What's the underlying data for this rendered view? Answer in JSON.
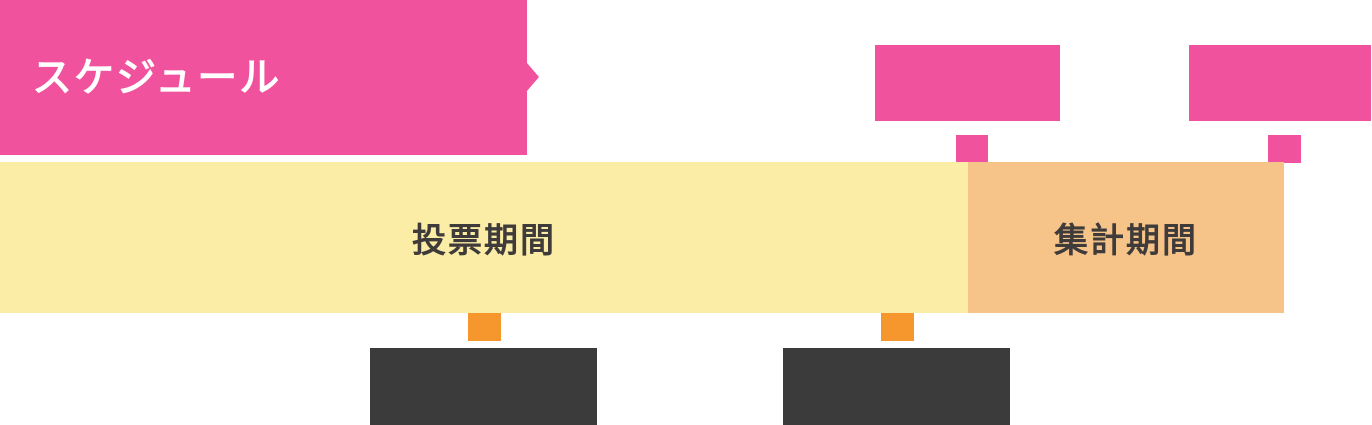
{
  "palette": {
    "pink": "#f0529e",
    "pale_yellow": "#fbeca6",
    "pale_orange": "#f6c489",
    "orange": "#f5972d",
    "dark_gray": "#3b3b3b",
    "label_text": "#3f3b3a",
    "header_text": "#ffffff",
    "background": "#ffffff"
  },
  "header": {
    "title": "スケジュール"
  },
  "timeline": {
    "segments": [
      {
        "label": "投票期間",
        "color": "#fbeca6"
      },
      {
        "label": "集計期間",
        "color": "#f6c489"
      }
    ]
  },
  "callouts": {
    "top": [
      {
        "label": ""
      },
      {
        "label": ""
      }
    ],
    "bottom": [
      {
        "label": ""
      },
      {
        "label": ""
      }
    ]
  }
}
